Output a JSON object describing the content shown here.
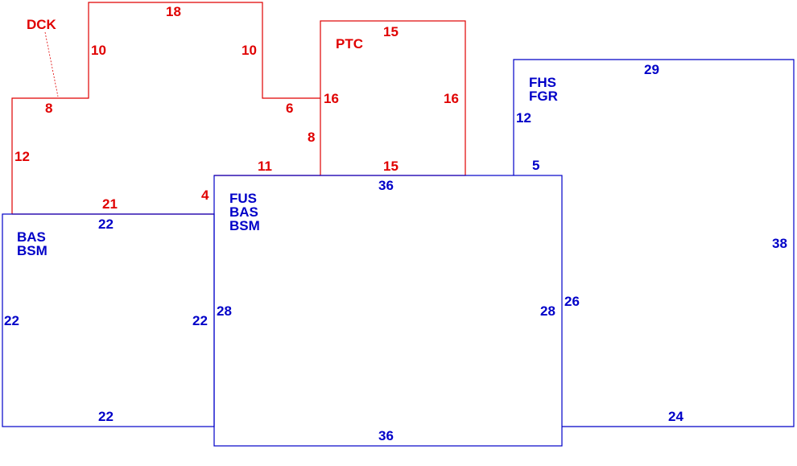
{
  "colors": {
    "deck_patio": "#e00000",
    "living_area": "#0000c8"
  },
  "deck": {
    "label": "DCK",
    "dims": {
      "top": "18",
      "upper_left": "10",
      "upper_right": "10",
      "left_step": "8",
      "left_side": "12",
      "right_step": "6",
      "right_side": "8",
      "lower_right": "11",
      "bottom": "21",
      "lower_step": "4"
    }
  },
  "patio": {
    "label": "PTC",
    "dims": {
      "top": "15",
      "left": "16",
      "right": "16",
      "bottom": "15"
    }
  },
  "west_wing": {
    "labels": [
      "BAS",
      "BSM"
    ],
    "dims": {
      "top": "22",
      "left": "22",
      "right": "22",
      "bottom": "22"
    }
  },
  "center_block": {
    "labels": [
      "FUS",
      "BAS",
      "BSM"
    ],
    "dims": {
      "top": "36",
      "left": "28",
      "right": "28",
      "bottom": "36"
    }
  },
  "garage_wing": {
    "labels": [
      "FHS",
      "FGR"
    ],
    "dims": {
      "top": "29",
      "left_upper": "12",
      "step": "5",
      "left_lower": "26",
      "right": "38",
      "bottom": "24"
    }
  }
}
